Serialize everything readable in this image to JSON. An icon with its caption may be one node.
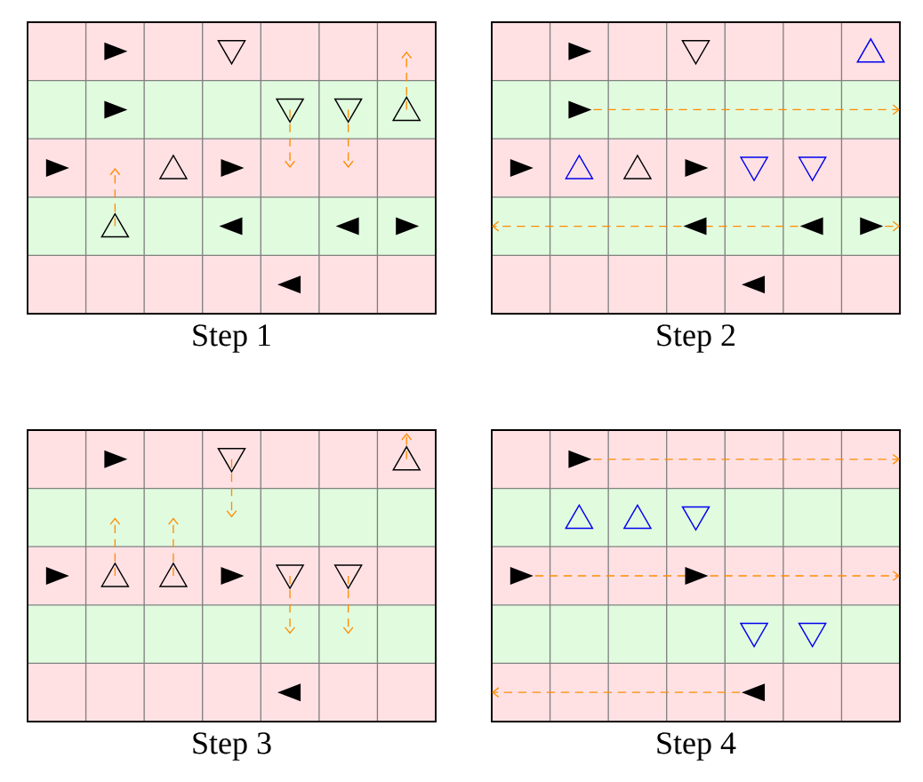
{
  "diagram": {
    "labels": [
      "Step 1",
      "Step 2",
      "Step 3",
      "Step 4"
    ]
  }
}
